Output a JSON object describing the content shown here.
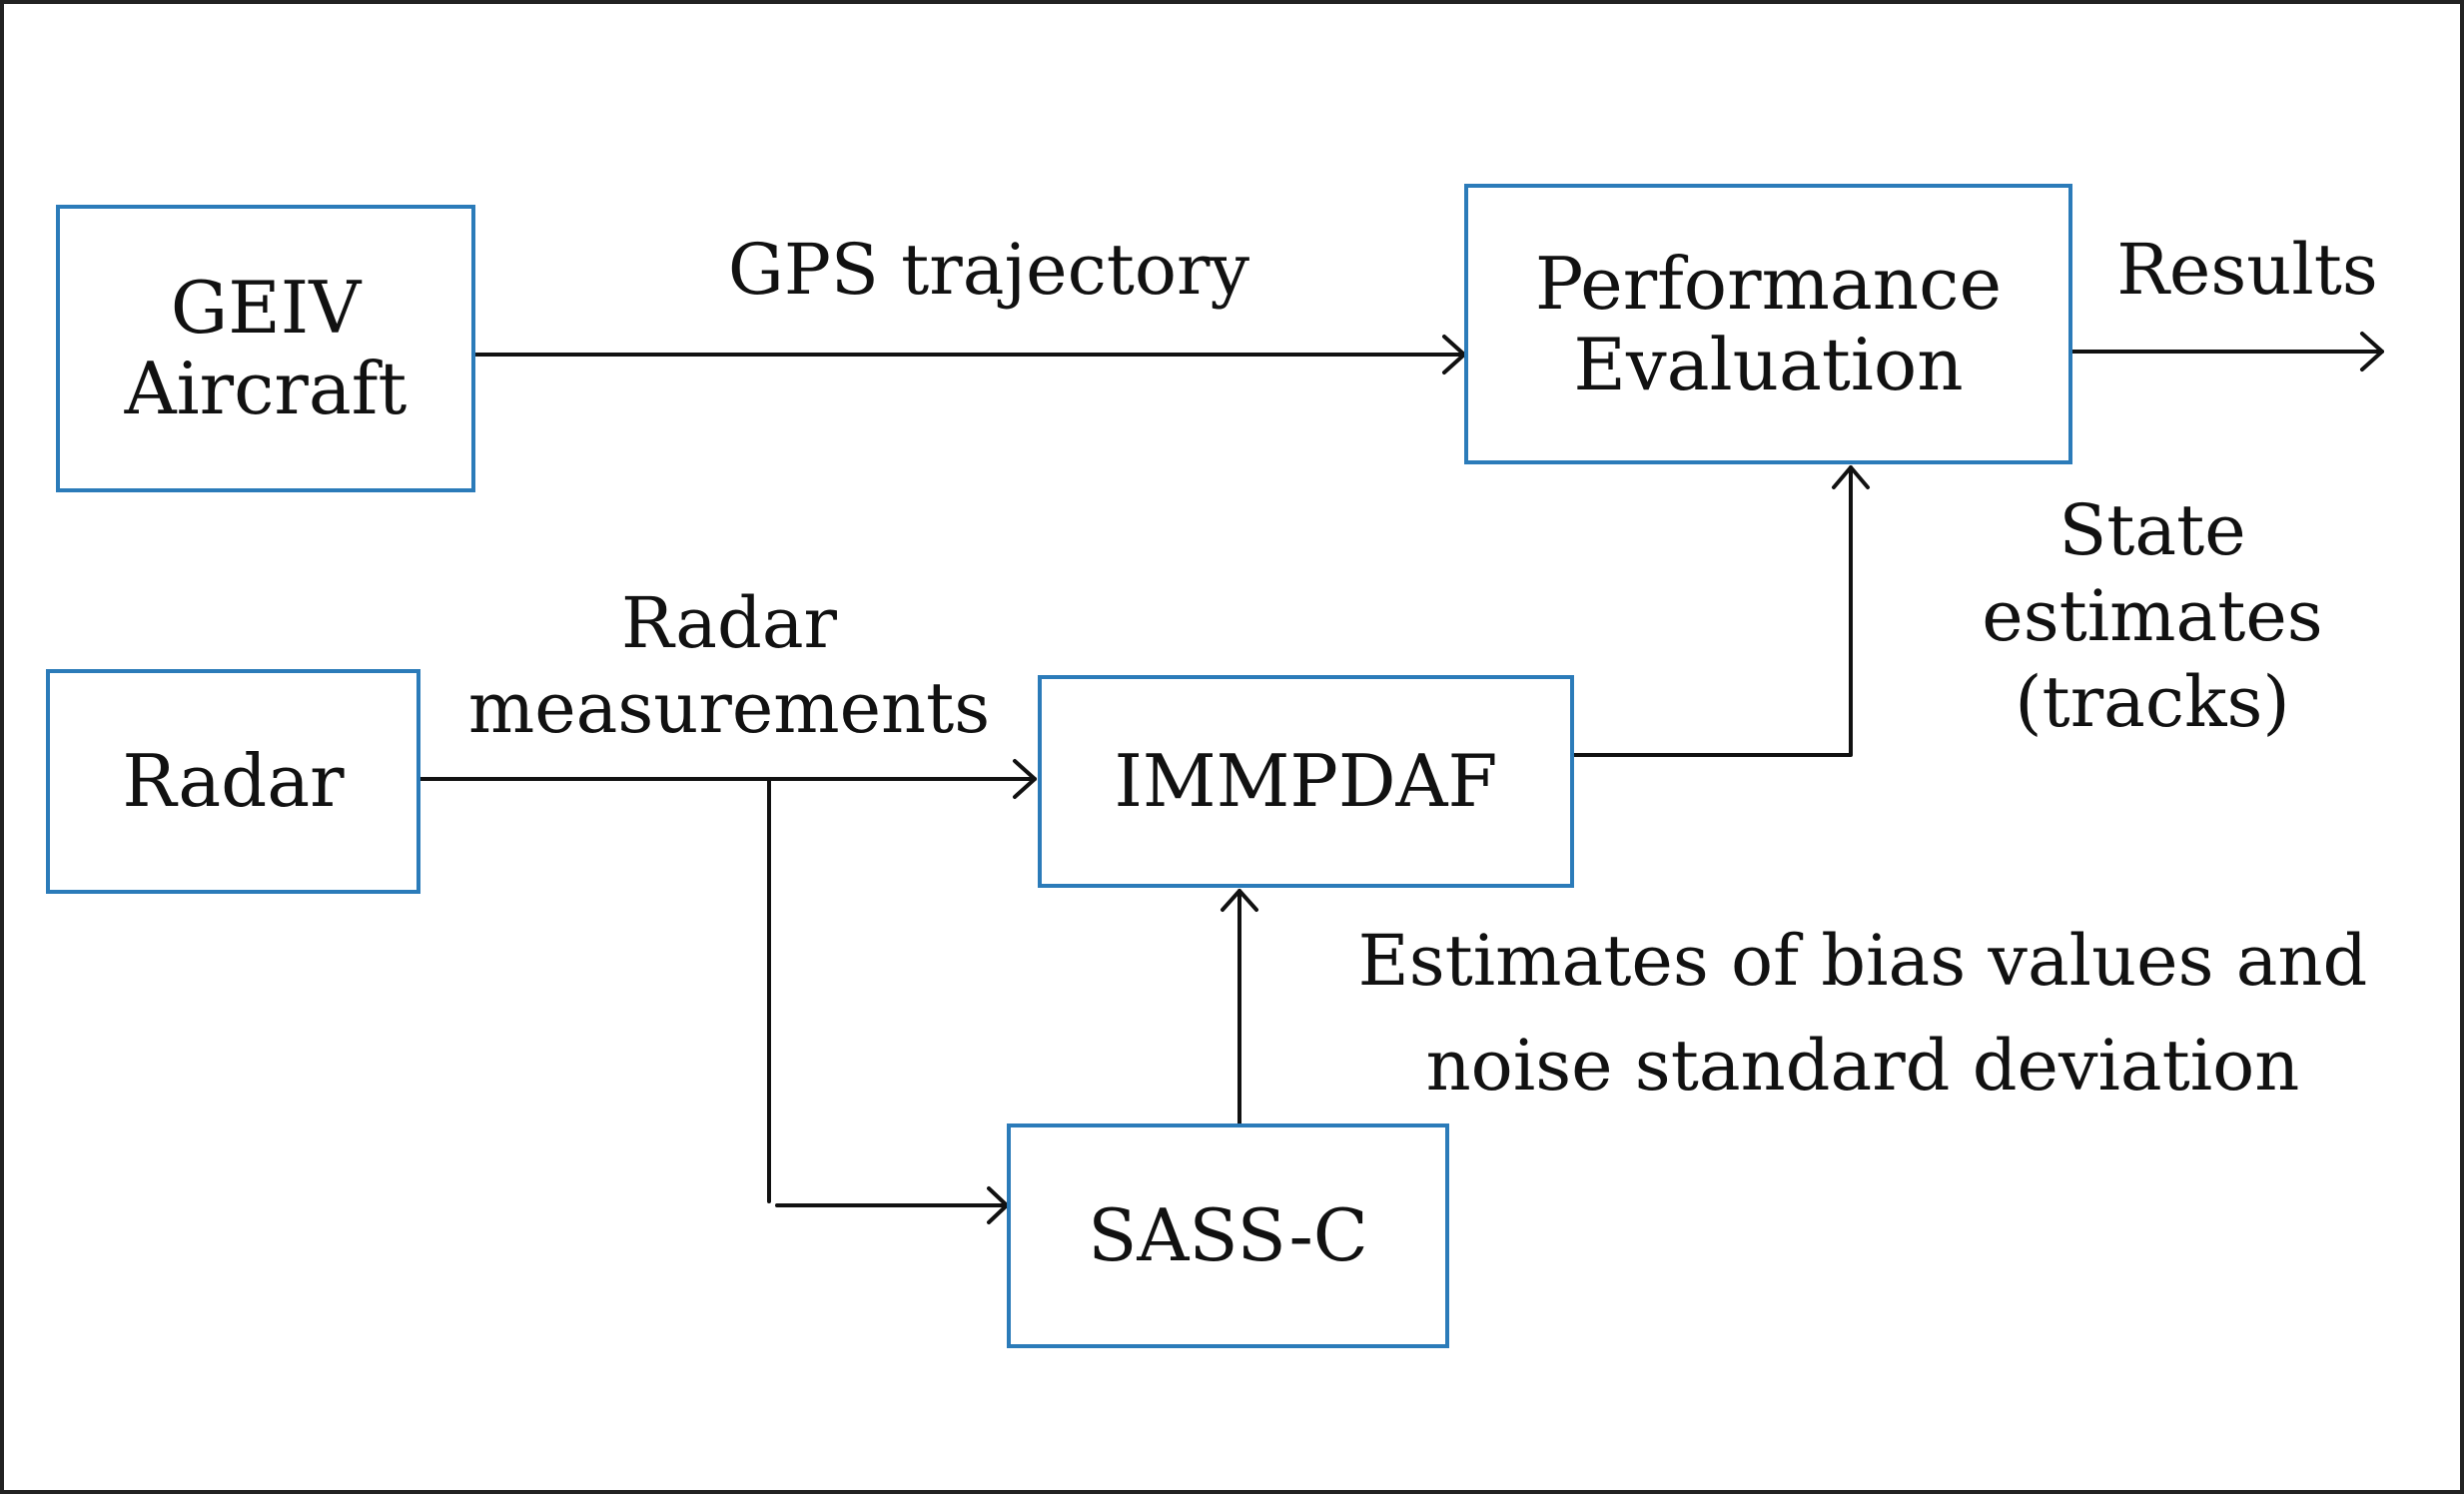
{
  "blocks": {
    "geiv_aircraft": "GEIV\nAircraft",
    "performance_evaluation": "Performance\nEvaluation",
    "radar": "Radar",
    "immpdaf": "IMMPDAF",
    "sass_c": "SASS-C"
  },
  "edge_labels": {
    "gps_trajectory": "GPS trajectory",
    "results": "Results",
    "radar_measurements": "Radar\nmeasurements",
    "state_estimates": "State\nestimates\n(tracks)",
    "bias_estimates": "Estimates of bias values  and\nnoise standard deviation"
  },
  "colors": {
    "box_border": "#2b7bb9",
    "line": "#111111",
    "frame": "#222222"
  }
}
